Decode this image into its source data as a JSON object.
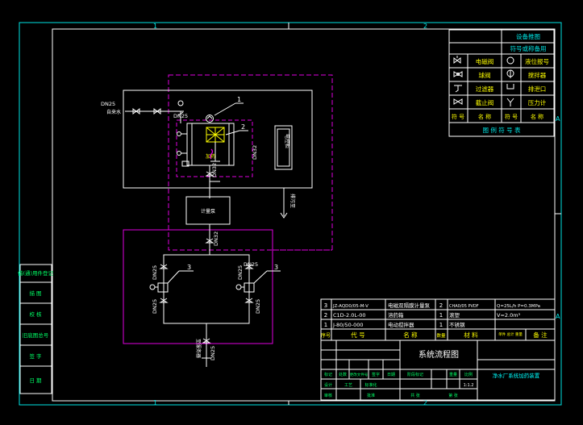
{
  "colors": {
    "frame": "#ffffff",
    "cyan": "#00e5e5",
    "magenta": "#e000e0",
    "yellow": "#ffff00",
    "green": "#00ff66",
    "title_cyan": "#00ffff"
  },
  "zone_labels": {
    "top_1": "1",
    "top_2": "2",
    "bottom_1": "1",
    "bottom_2": "2",
    "side_a_1": "A",
    "side_a_2": "A"
  },
  "legend": {
    "header1": "设备推图",
    "header2": "符号或称备用",
    "rows": [
      {
        "left": "电磁阀",
        "right": "液位报号"
      },
      {
        "left": "球阀",
        "right": "搅拌器"
      },
      {
        "left": "过滤器",
        "right": "排泄口"
      },
      {
        "left": "截止阀",
        "right": "压力计"
      }
    ],
    "footer_cols": [
      "符 号",
      "名 称",
      "符 号",
      "名 称"
    ],
    "caption": "图 例 符 号 表"
  },
  "diagram": {
    "pipe_labels": [
      "DN25",
      "DN25",
      "DN32",
      "DN32",
      "DN32",
      "DN25",
      "DN25",
      "DN25",
      "DN25",
      "DN25",
      "DN25"
    ],
    "inlet_label": "自来水",
    "drain_label": "排污至",
    "outlet_label": "至服务器",
    "tank_label": "加药",
    "pump_box_label": "计量泵",
    "control_label": "电控柜",
    "callouts": [
      "1",
      "2",
      "3",
      "3"
    ]
  },
  "left_strip": [
    "借(通)用件登记",
    "描 图",
    "校 核",
    "旧底图总号",
    "签 字",
    "日 期"
  ],
  "bom": {
    "rows": [
      {
        "no": "3",
        "code": "JZ-AQD0/05-M-V",
        "name": "电磁双隔膜计量泵",
        "qty": "2",
        "material": "CHA0/05 PVDF",
        "remark": "Q=25L/h P=0.3MPa"
      },
      {
        "no": "2",
        "code": "C1D-2.0L-00",
        "name": "溶药箱",
        "qty": "1",
        "material": "滚塑",
        "remark": "V=2.0m³"
      },
      {
        "no": "1",
        "code": "J-80/50-000",
        "name": "电动搅拌器",
        "qty": "1",
        "material": "不锈钢",
        "remark": ""
      }
    ],
    "header": [
      "序号",
      "代 号",
      "名 称",
      "数量",
      "材 料",
      "单件 总计 重量",
      "备 注"
    ]
  },
  "title_block": {
    "drawing_name": "系统流程图",
    "company": "净水厂系统加药装置",
    "row_labels": [
      "标记",
      "处数",
      "更改文件号",
      "签字",
      "日期"
    ],
    "sign_labels": [
      "设计",
      "审核",
      "工艺",
      "标准化",
      "批准"
    ],
    "stage_label": "阶段标记",
    "weight_label": "重量",
    "scale_label": "比例",
    "scale_value": "1:1.2",
    "sheet_label": "共 张",
    "sheet_no": "第 张"
  }
}
